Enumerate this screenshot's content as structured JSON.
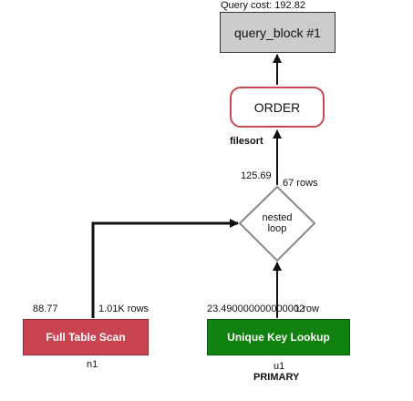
{
  "header": {
    "query_cost": "Query cost: 192.82"
  },
  "nodes": {
    "query_block": {
      "label": "query_block #1"
    },
    "order": {
      "label": "ORDER",
      "note": "filesort"
    },
    "nested_loop": {
      "line1": "nested",
      "line2": "loop",
      "cost": "125.69",
      "rows": "67 rows"
    },
    "full_table_scan": {
      "label": "Full Table Scan",
      "cost": "88.77",
      "rows": "1.01K rows",
      "table": "n1"
    },
    "unique_key_lookup": {
      "label": "Unique Key Lookup",
      "cost": "23.490000000000002",
      "rows": "1 row",
      "table": "u1",
      "key": "PRIMARY"
    }
  },
  "colors": {
    "query_block_fill": "#cccccc",
    "order_border": "#c44a52",
    "full_table_scan_fill": "#c84450",
    "unique_key_lookup_fill": "#11820f",
    "nested_loop_border": "#888888",
    "edge": "#111111"
  }
}
